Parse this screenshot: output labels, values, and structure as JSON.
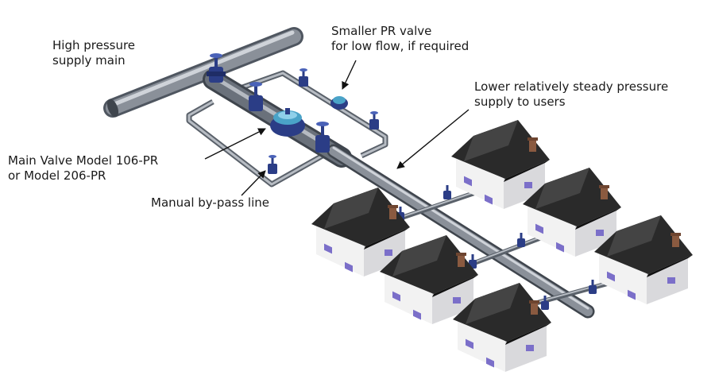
{
  "labels": {
    "high_pressure": [
      "High pressure",
      "supply main"
    ],
    "smaller_pr": [
      "Smaller PR valve",
      "for low flow, if required"
    ],
    "lower_pressure": [
      "Lower relatively steady pressure",
      "supply to users"
    ],
    "main_valve": [
      "Main Valve Model 106-PR",
      "or Model 206-PR"
    ],
    "bypass": [
      "Manual by-pass line"
    ]
  },
  "colors": {
    "pipe": "#8a9099",
    "pipe_dark": "#4f5660",
    "pipe_light": "#c9cdd3",
    "valve": "#2b3d86",
    "valve_light": "#4a62b8",
    "pr_valve": "#4aa3c8",
    "roof": "#2a2a2a",
    "wall": "#f2f2f2",
    "wall_shade": "#d9d9dc",
    "window": "#7b6fc9",
    "chimney": "#8a5a40",
    "arrow": "#111111"
  }
}
